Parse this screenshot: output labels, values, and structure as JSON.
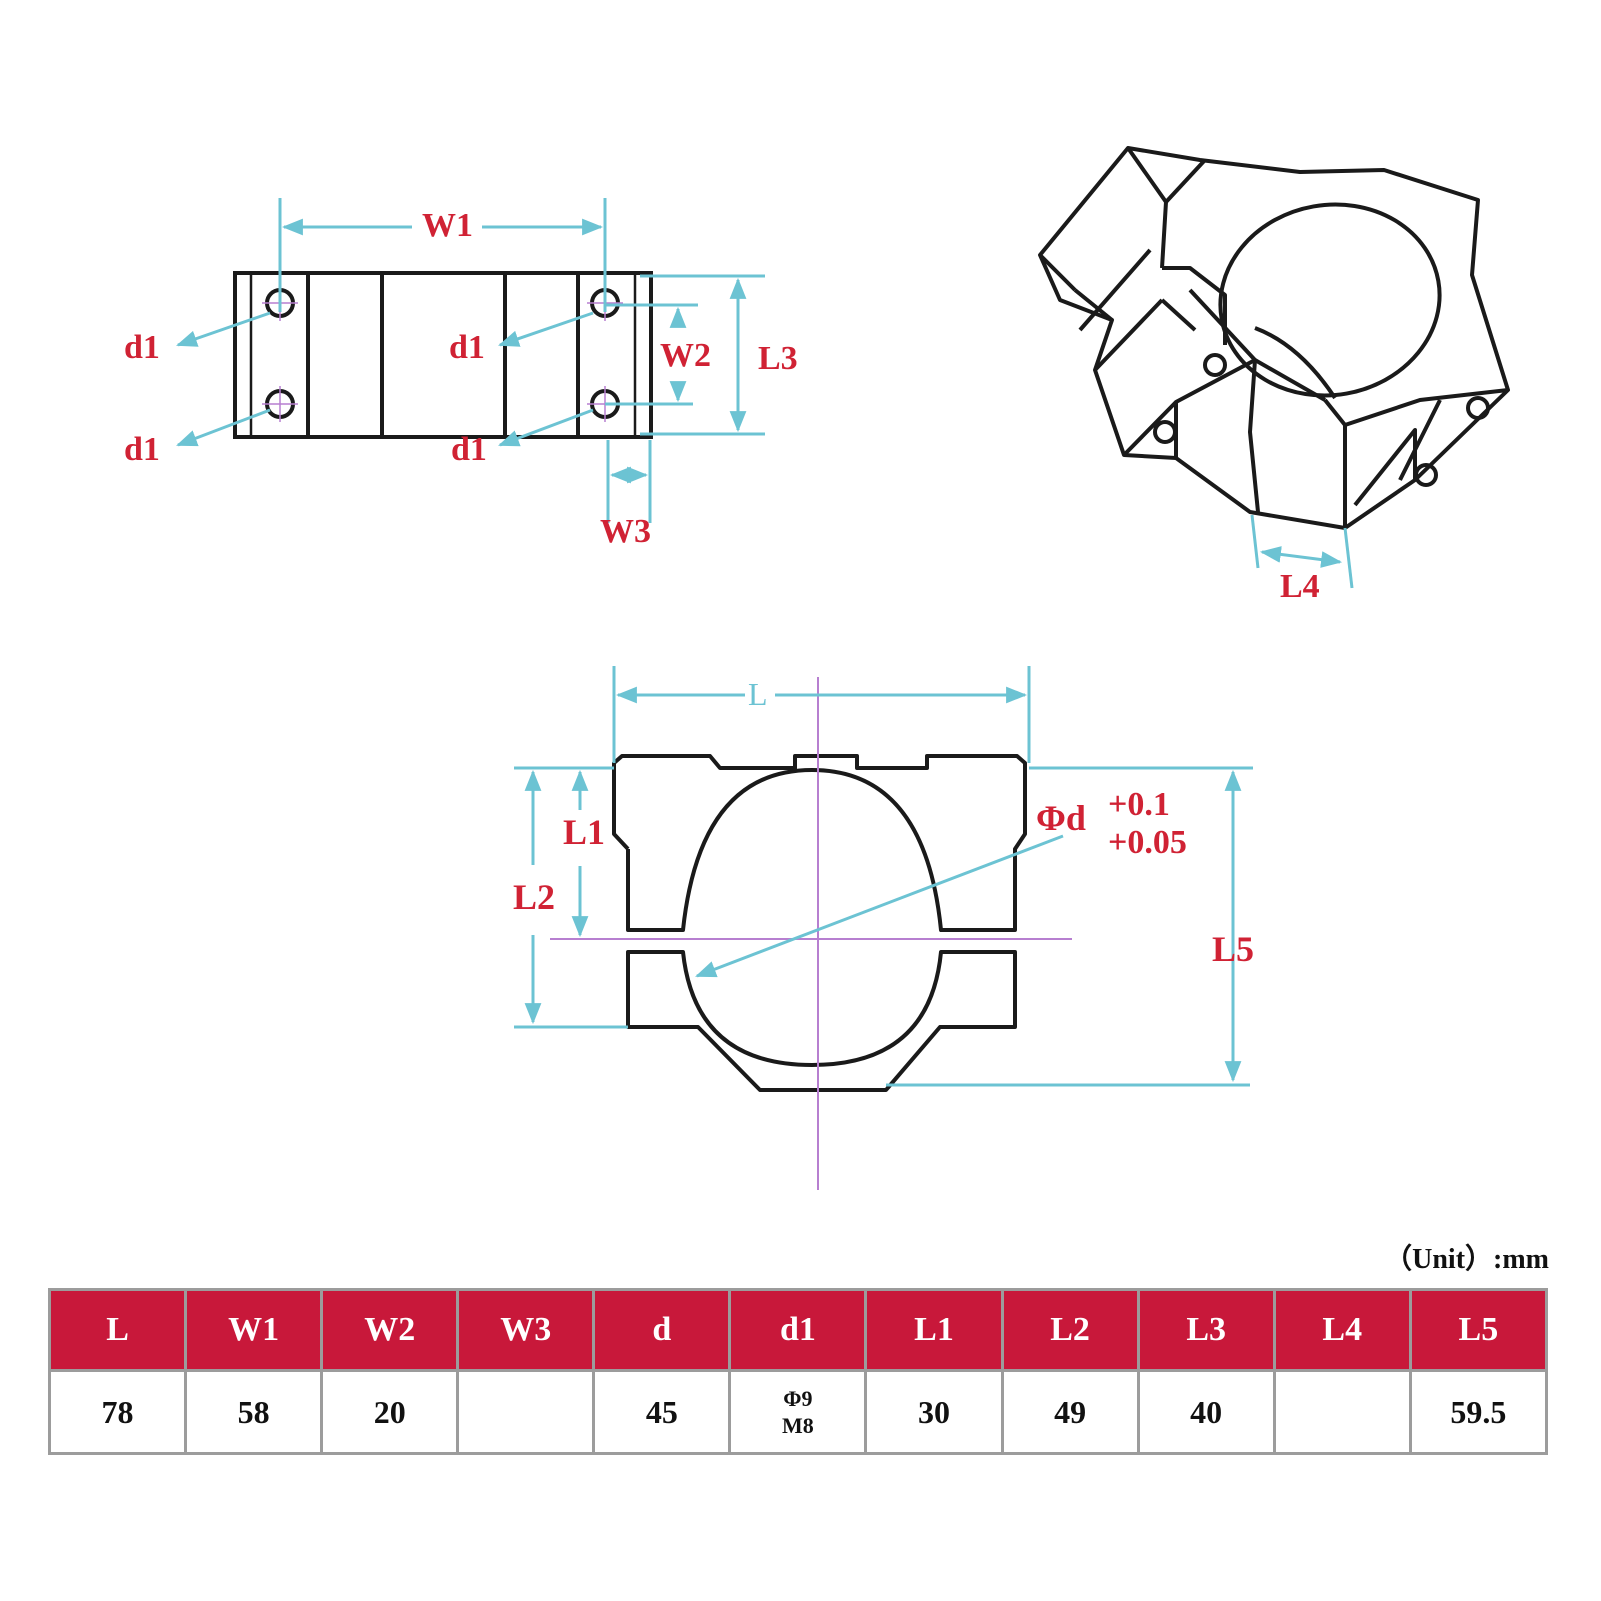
{
  "top_view": {
    "labels": {
      "w1": "W1",
      "w2": "W2",
      "w3": "W3",
      "l3": "L3",
      "d1": "d1"
    }
  },
  "iso_view": {
    "labels": {
      "l4": "L4"
    }
  },
  "front_view": {
    "labels": {
      "l": "L",
      "l1": "L1",
      "l2": "L2",
      "l5": "L5",
      "phi_d": "Φd",
      "tol_upper": "+0.1",
      "tol_lower": "+0.05"
    }
  },
  "unit_note": "（Unit）:mm",
  "table": {
    "headers": [
      "L",
      "W1",
      "W2",
      "W3",
      "d",
      "d1",
      "L1",
      "L2",
      "L3",
      "L4",
      "L5"
    ],
    "values": {
      "L": "78",
      "W1": "58",
      "W2": "20",
      "W3": "",
      "d": "45",
      "d1_line1": "Φ9",
      "d1_line2": "M8",
      "L1": "30",
      "L2": "49",
      "L3": "40",
      "L4": "",
      "L5": "59.5"
    }
  },
  "colors": {
    "label_red": "#d02234",
    "dimension_cyan": "#6cc3d3",
    "centerline_purple": "#b77fd0",
    "outline_black": "#1a1a1a",
    "header_red": "#c8183a"
  }
}
